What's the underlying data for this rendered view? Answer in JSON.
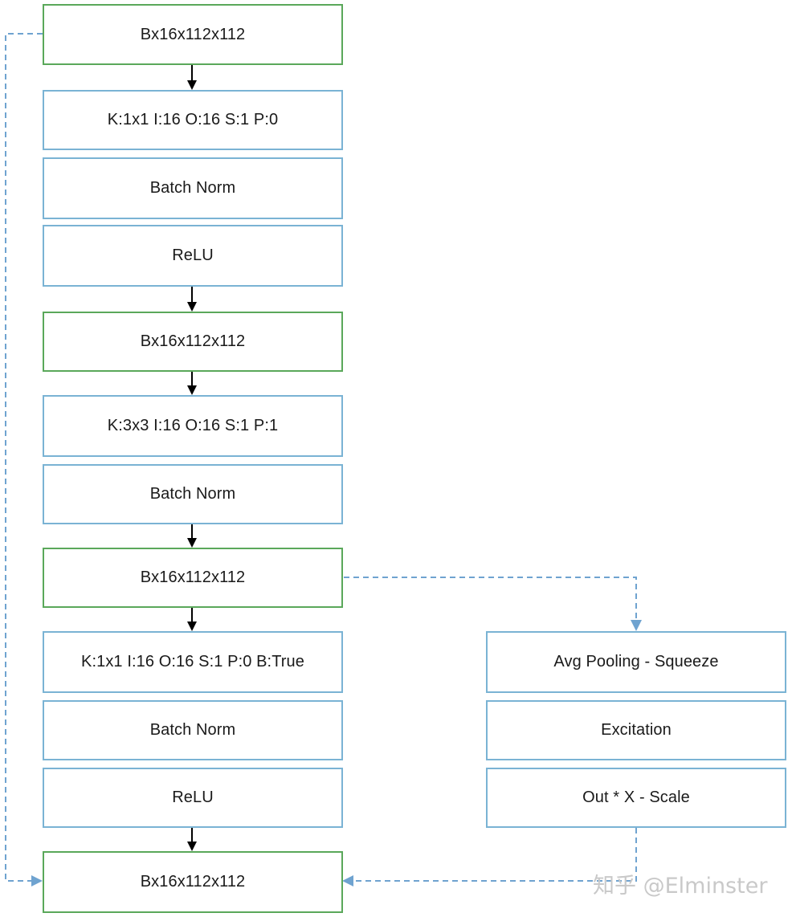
{
  "main_blocks": {
    "t1": "Bx16x112x112",
    "conv1": "K:1x1 I:16 O:16 S:1 P:0",
    "bn1": "Batch Norm",
    "relu1": "ReLU",
    "t2": "Bx16x112x112",
    "conv2": "K:3x3 I:16 O:16 S:1 P:1",
    "bn2": "Batch Norm",
    "t3": "Bx16x112x112",
    "conv3": "K:1x1 I:16 O:16 S:1 P:0 B:True",
    "bn3": "Batch Norm",
    "relu3": "ReLU",
    "t4": "Bx16x112x112"
  },
  "se_branch": {
    "squeeze": "Avg Pooling - Squeeze",
    "excitation": "Excitation",
    "scale": "Out * X - Scale"
  },
  "colors": {
    "tensor_border": "#5aa85a",
    "op_border": "#7ab3d4",
    "arrow": "#000000",
    "dashed_link": "#6fa3d0"
  },
  "watermark": "知乎 @Elminster"
}
